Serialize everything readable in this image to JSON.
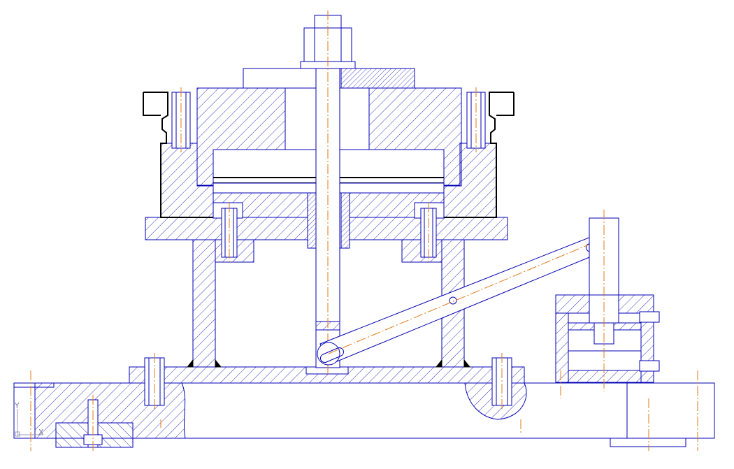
{
  "drawing": {
    "type": "mechanical assembly section",
    "colors": {
      "outline": "#0000b4",
      "centerline": "#e07a1a",
      "thick_edge": "#000000",
      "background": "#ffffff"
    }
  },
  "ucs": {
    "y_label": "Y",
    "x_label": "X"
  }
}
